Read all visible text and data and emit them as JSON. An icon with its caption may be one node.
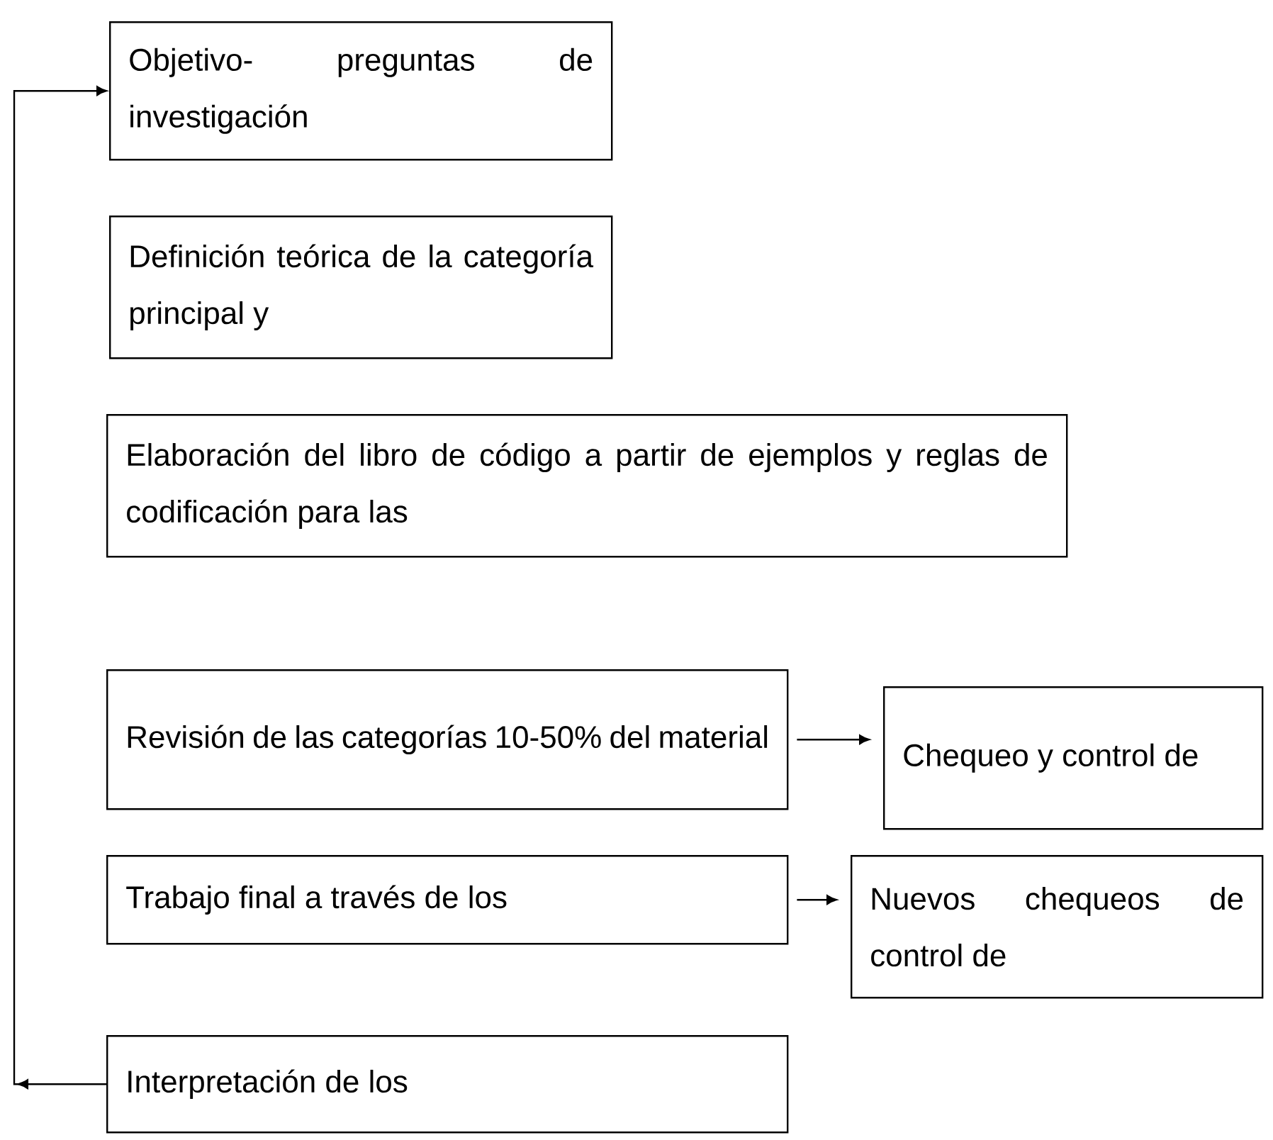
{
  "diagram": {
    "nodes": [
      {
        "text": [
          "Objetivo- preguntas de investigación"
        ]
      },
      {
        "text": [
          "Definición teórica de la categoría principal y"
        ]
      },
      {
        "text": [
          "Elaboración del libro de código a partir de ejemplos y reglas de codificación para las"
        ]
      },
      {
        "text": [
          "Revisión de las categorías 10-50% del material"
        ]
      },
      {
        "text": [
          "Chequeo y control de"
        ]
      },
      {
        "text": [
          "Trabajo final a través de los"
        ]
      },
      {
        "text": [
          "Nuevos chequeos de control de"
        ]
      },
      {
        "text": [
          "Interpretación de los"
        ]
      }
    ],
    "edges": [
      {
        "from": 3,
        "to": 4,
        "arrow": "to"
      },
      {
        "from": 5,
        "to": 6,
        "arrow": "to"
      },
      {
        "from": 7,
        "to": 0,
        "arrow": "to"
      }
    ]
  }
}
